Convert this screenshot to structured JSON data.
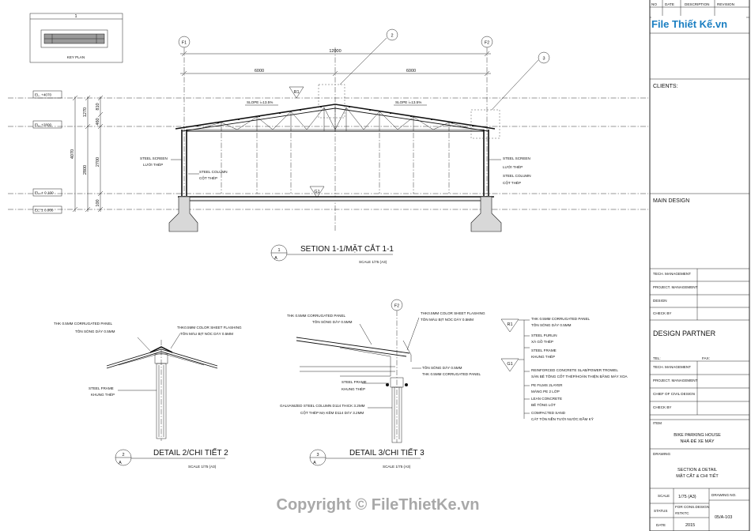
{
  "revision_header": {
    "no": "NO",
    "date": "DATE",
    "description": "DESCRIPTION",
    "revision": "REVISION"
  },
  "logo": {
    "text": "File Thiết Kế.vn"
  },
  "title_block": {
    "clients": "CLIENTS:",
    "main_design": "MAIN DESIGN",
    "tech_management": "TECH. MANAGEMENT",
    "project_management": "PROJECT. MANAGEMENT",
    "design": "DESIGN",
    "check_by": "CHECK BY",
    "design_partner": "DESIGN PARTNER",
    "tel": "TEL:",
    "fax": "FAX:",
    "chief_civil_design": "CHIEF OF CIVIL DESIGN",
    "item_label": "ITEM",
    "item_en": "BIKE PARKING HOUSE",
    "item_vi": "NHÀ ĐỂ XE MÁY",
    "drawing_label": "DRAWING",
    "drawing_en": "SECTION & DETAIL",
    "drawing_vi": "MẶT CẮT & CHI TIẾT",
    "scale_label": "SCALE",
    "scale_value": "1/75 (A3)",
    "drawing_no_label": "DRAWING NO.",
    "status_label": "STATUS",
    "status_value_1": "FOR CONS.DESIGN",
    "status_value_2": "#STKTC",
    "date_label": "DATE",
    "date_value": "2015",
    "drawing_no": "05/A-103"
  },
  "key_plan": {
    "number": "1",
    "label": "KEY PLAN"
  },
  "section": {
    "grid_left": "F1",
    "grid_right": "F2",
    "callout_2": "2",
    "callout_3": "3",
    "dim_total": "12000",
    "dim_left": "6000",
    "dim_right": "6000",
    "slope_left": "SLOPE i=13.5%",
    "slope_right": "SLOPE i=13.5%",
    "tag_r1": "R1",
    "tag_g1": "G1",
    "levels": [
      "EL. +4070",
      "EL. +2800",
      "EL. + 0.100",
      "EL. ± 0.000"
    ],
    "dims_vertical_outer": "4070",
    "dims_vertical_mid": [
      "1270",
      "2800"
    ],
    "dims_vertical_inner": [
      "810",
      "460",
      "2700",
      "100"
    ],
    "left_labels": [
      "STEEL SCREEN",
      "LƯỚI THÉP",
      "STEEL COLUMN",
      "CỘT THÉP"
    ],
    "right_labels": [
      "STEEL SCREEN",
      "LƯỚI THÉP",
      "STEEL COLUMN",
      "CỘT THÉP"
    ],
    "title_num": "1",
    "title_ref": "A",
    "title": "SETION 1-1/MẶT CẮT 1-1",
    "scale": "SCALE 1/75 (A3)"
  },
  "detail2": {
    "label_panel_en": "THK 0.5MM CORRUGATED PANEL",
    "label_panel_vi": "TÔN SÓNG DÀY 0.5MM",
    "label_flash_en": "THK0.5MM COLOR SHEET FLASHING",
    "label_flash_vi": "TÔN MÀU BỊT NÓC DÀY 0.5MM",
    "label_frame_en": "STEEL FRAME",
    "label_frame_vi": "KHUNG THÉP",
    "title_num": "2",
    "title_ref": "A",
    "title": "DETAIL 2/CHI TIẾT 2",
    "scale": "SCALE 1/75 (A3)"
  },
  "detail3": {
    "grid": "F2",
    "label_panel_en": "THK 0.5MM CORRUGATED PANEL",
    "label_panel_vi": "TÔN SÓNG DÀY 0.5MM",
    "label_flash_en": "THK0.5MM COLOR SHEET FLASHING",
    "label_flash_vi": "TÔN MÀU BỊT NÓC DÀY 0.5MM",
    "label_panel2_vi": "TÔN SÓNG DÀY 0.5MM",
    "label_panel2_en": "THK 0.5MM CORRUGATED PANEL",
    "label_frame_en": "STEEL FRAME",
    "label_frame_vi": "KHUNG THÉP",
    "label_column_en": "GALVANIZED STEEL COLUMN D114 THICK 3.2MM",
    "label_column_vi": "CỘT THÉP MẠ KẼM D114 DÀY 3.2MM",
    "title_num": "3",
    "title_ref": "A",
    "title": "DETAIL 3/CHI TIẾT 3",
    "scale": "SCALE 1/75 (A3)"
  },
  "legend": {
    "r1_tag": "R1",
    "r1_lines": [
      "THK 0.5MM CORRUGATED PANEL",
      "TÔN SÓNG DÀY 0.5MM",
      "STEEL PURLIN",
      "XÀ GỒ THÉP",
      "STEEL FRAME",
      "KHUNG THÉP"
    ],
    "g1_tag": "G1",
    "g1_lines": [
      "REINFORCED CONCRETE SLAB/POWER TROWEL",
      "SÀN BÊ TÔNG CỐT THÉP/HOÀN THIỆN BẰNG MÁY XOA",
      "PE FILMS 2LAYER",
      "MÀNG PE 2 LỚP",
      "LEAN CONCRETE",
      "BÊ TÔNG LÓT",
      "COMPACTED SAND",
      "CÁT TÔN NỀN TƯỚI NƯỚC ĐẦM KỸ"
    ]
  },
  "watermark": "Copyright © FileThietKe.vn"
}
